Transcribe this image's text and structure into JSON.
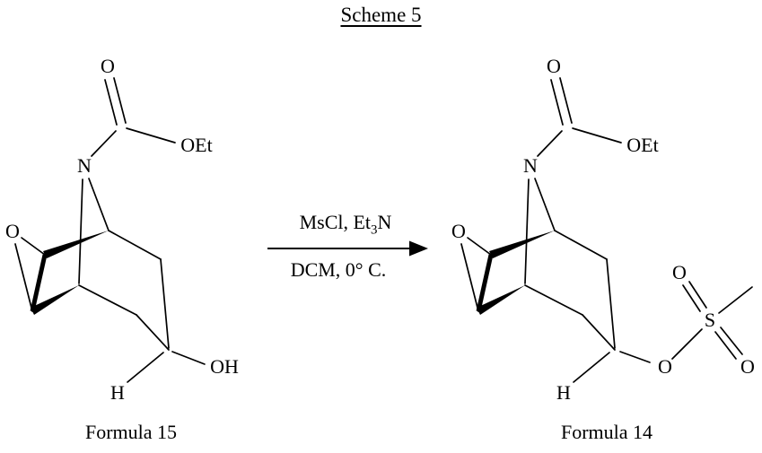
{
  "title": "Scheme 5",
  "colors": {
    "ink": "#000000",
    "background": "#ffffff"
  },
  "reaction": {
    "reagents_prefix": "MsCl, Et",
    "reagents_sub": "3",
    "reagents_suffix": "N",
    "conditions": "DCM, 0° C."
  },
  "molecules": {
    "left": {
      "label": "Formula 15",
      "atoms": {
        "carbonyl_o": "O",
        "ester_group": "OEt",
        "nitrogen": "N",
        "epoxide_o": "O",
        "hydroxyl": "OH",
        "hydrogen": "H"
      }
    },
    "right": {
      "label": "Formula 14",
      "atoms": {
        "carbonyl_o": "O",
        "ester_group": "OEt",
        "nitrogen": "N",
        "epoxide_o": "O",
        "ester_o": "O",
        "sulfur": "S",
        "sulfonyl_o_top": "O",
        "sulfonyl_o_bottom": "O",
        "hydrogen": "H"
      }
    }
  }
}
